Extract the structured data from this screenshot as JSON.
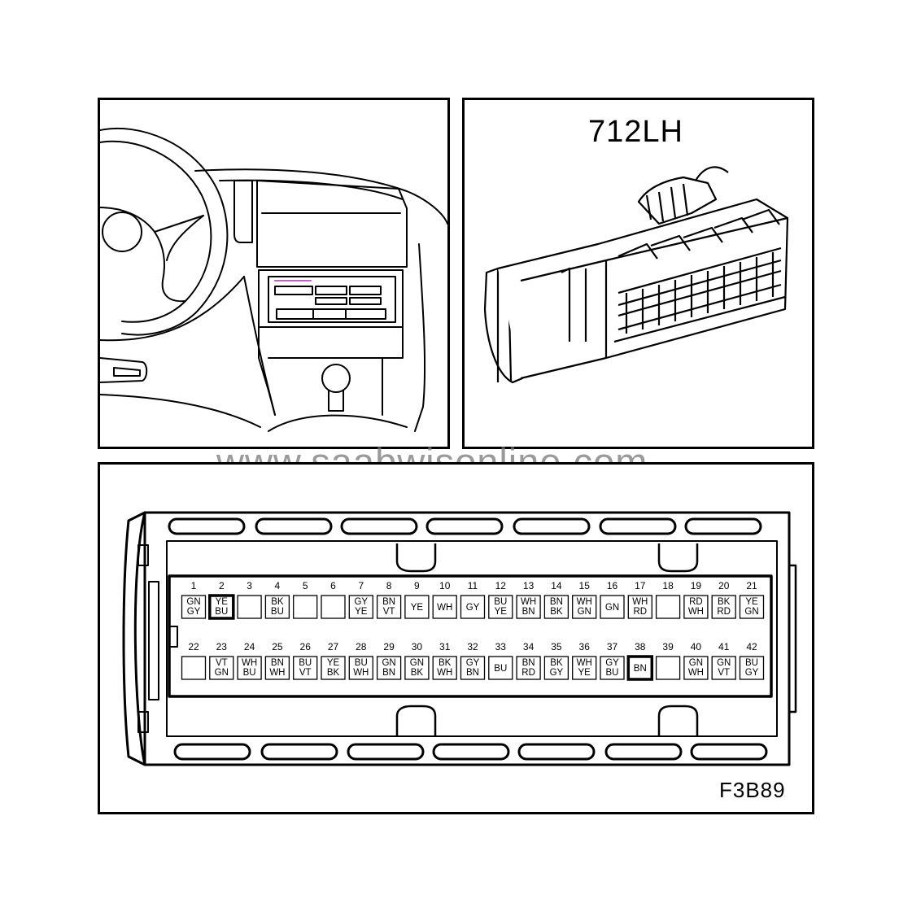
{
  "connector": {
    "name": "712LH",
    "figure_id": "F3B89",
    "watermark": "www.saabwisonline.com"
  },
  "colors": {
    "line": "#000000",
    "background": "#ffffff",
    "watermark": "#787878",
    "highlight": "#c060c0"
  },
  "row1": [
    {
      "pin": "1",
      "wire": [
        "GN",
        "GY"
      ]
    },
    {
      "pin": "2",
      "wire": [
        "YE",
        "BU"
      ],
      "highlight": true
    },
    {
      "pin": "3",
      "wire": []
    },
    {
      "pin": "4",
      "wire": [
        "BK",
        "BU"
      ]
    },
    {
      "pin": "5",
      "wire": []
    },
    {
      "pin": "6",
      "wire": []
    },
    {
      "pin": "7",
      "wire": [
        "GY",
        "YE"
      ]
    },
    {
      "pin": "8",
      "wire": [
        "BN",
        "VT"
      ]
    },
    {
      "pin": "9",
      "wire": [
        "YE"
      ]
    },
    {
      "pin": "10",
      "wire": [
        "WH"
      ]
    },
    {
      "pin": "11",
      "wire": [
        "GY"
      ]
    },
    {
      "pin": "12",
      "wire": [
        "BU",
        "YE"
      ]
    },
    {
      "pin": "13",
      "wire": [
        "WH",
        "BN"
      ]
    },
    {
      "pin": "14",
      "wire": [
        "BN",
        "BK"
      ]
    },
    {
      "pin": "15",
      "wire": [
        "WH",
        "GN"
      ]
    },
    {
      "pin": "16",
      "wire": [
        "GN"
      ]
    },
    {
      "pin": "17",
      "wire": [
        "WH",
        "RD"
      ]
    },
    {
      "pin": "18",
      "wire": []
    },
    {
      "pin": "19",
      "wire": [
        "RD",
        "WH"
      ]
    },
    {
      "pin": "20",
      "wire": [
        "BK",
        "RD"
      ]
    },
    {
      "pin": "21",
      "wire": [
        "YE",
        "GN"
      ]
    }
  ],
  "row2": [
    {
      "pin": "22",
      "wire": []
    },
    {
      "pin": "23",
      "wire": [
        "VT",
        "GN"
      ]
    },
    {
      "pin": "24",
      "wire": [
        "WH",
        "BU"
      ]
    },
    {
      "pin": "25",
      "wire": [
        "BN",
        "WH"
      ]
    },
    {
      "pin": "26",
      "wire": [
        "BU",
        "VT"
      ]
    },
    {
      "pin": "27",
      "wire": [
        "YE",
        "BK"
      ]
    },
    {
      "pin": "28",
      "wire": [
        "BU",
        "WH"
      ]
    },
    {
      "pin": "29",
      "wire": [
        "GN",
        "BN"
      ]
    },
    {
      "pin": "30",
      "wire": [
        "GN",
        "BK"
      ]
    },
    {
      "pin": "31",
      "wire": [
        "BK",
        "WH"
      ]
    },
    {
      "pin": "32",
      "wire": [
        "GY",
        "BN"
      ]
    },
    {
      "pin": "33",
      "wire": [
        "BU"
      ]
    },
    {
      "pin": "34",
      "wire": [
        "BN",
        "RD"
      ]
    },
    {
      "pin": "35",
      "wire": [
        "BK",
        "GY"
      ]
    },
    {
      "pin": "36",
      "wire": [
        "WH",
        "YE"
      ]
    },
    {
      "pin": "37",
      "wire": [
        "GY",
        "BU"
      ]
    },
    {
      "pin": "38",
      "wire": [
        "BN"
      ],
      "highlight": true
    },
    {
      "pin": "39",
      "wire": []
    },
    {
      "pin": "40",
      "wire": [
        "GN",
        "WH"
      ]
    },
    {
      "pin": "41",
      "wire": [
        "GN",
        "VT"
      ]
    },
    {
      "pin": "42",
      "wire": [
        "BU",
        "GY"
      ]
    }
  ]
}
